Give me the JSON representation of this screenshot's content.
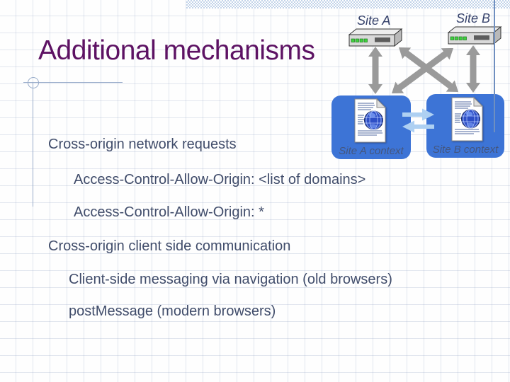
{
  "slide": {
    "title": "Additional mechanisms",
    "bullets": [
      {
        "level": 1,
        "text": "Cross-origin network requests"
      },
      {
        "level": 2,
        "text": "Access-Control-Allow-Origin: <list of domains>"
      },
      {
        "level": 2,
        "text": "Access-Control-Allow-Origin: *"
      },
      {
        "level": 1,
        "text": "Cross-origin client side communication"
      },
      {
        "level": 2,
        "text": "Client-side messaging via navigation (old browsers)"
      },
      {
        "level": 2,
        "text": "postMessage (modern browsers)"
      }
    ]
  },
  "diagram": {
    "site_a": {
      "label": "Site A",
      "icon": "server-icon"
    },
    "site_b": {
      "label": "Site B",
      "icon": "server-icon"
    },
    "context_a": {
      "label": "Site A context",
      "icon": "web-document-icon"
    },
    "context_b": {
      "label": "Site B context",
      "icon": "web-document-icon"
    },
    "arrows": {
      "site_a_to_context_a": "bidirectional",
      "site_b_to_context_b": "bidirectional",
      "site_a_to_context_b": "bidirectional",
      "site_b_to_context_a": "bidirectional",
      "context_a_to_context_b": "bidirectional"
    }
  },
  "colors": {
    "title_text": "#5d1263",
    "body_text": "#414d6b",
    "site_label_text": "#36426b",
    "context_label_text": "#44567e",
    "context_box_fill": "#3d74d6",
    "gray_arrow": "#9a9a9a",
    "light_blue_arrow": "#aed0f2",
    "accent_line": "#97abc9",
    "right_accent_line": "#6f8fc0",
    "top_bar": "#c2d3e9"
  }
}
